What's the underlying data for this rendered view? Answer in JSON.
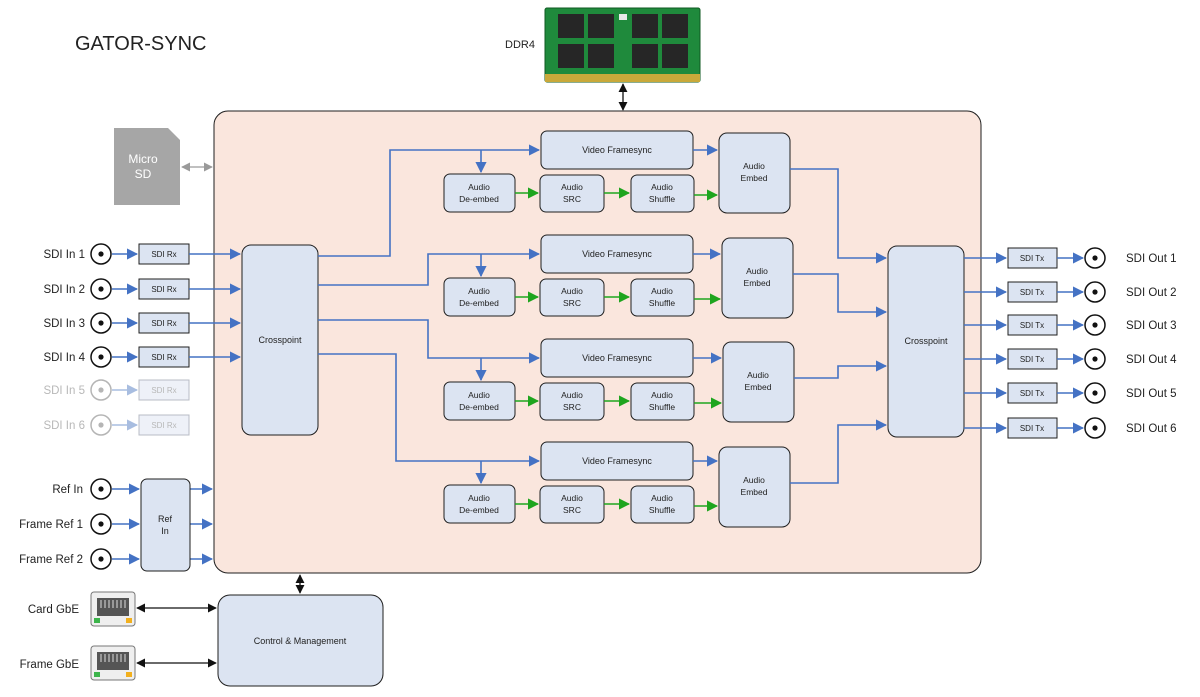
{
  "title": "GATOR-SYNC",
  "memory": {
    "label": "DDR4"
  },
  "microsd": {
    "label_line1": "Micro",
    "label_line2": "SD"
  },
  "inputs": [
    {
      "label": "SDI In 1",
      "rx": "SDI Rx"
    },
    {
      "label": "SDI In 2",
      "rx": "SDI Rx"
    },
    {
      "label": "SDI In 3",
      "rx": "SDI Rx"
    },
    {
      "label": "SDI In 4",
      "rx": "SDI Rx"
    },
    {
      "label": "SDI In 5",
      "rx": "SDI Rx"
    },
    {
      "label": "SDI In 6",
      "rx": "SDI Rx"
    }
  ],
  "outputs": [
    {
      "label": "SDI Out 1",
      "tx": "SDI Tx"
    },
    {
      "label": "SDI Out 2",
      "tx": "SDI Tx"
    },
    {
      "label": "SDI Out 3",
      "tx": "SDI Tx"
    },
    {
      "label": "SDI Out 4",
      "tx": "SDI Tx"
    },
    {
      "label": "SDI Out 5",
      "tx": "SDI Tx"
    },
    {
      "label": "SDI Out 6",
      "tx": "SDI Tx"
    }
  ],
  "crosspoint_in": "Crosspoint",
  "crosspoint_out": "Crosspoint",
  "ref": {
    "inputs": [
      "Ref In",
      "Frame Ref 1",
      "Frame Ref 2"
    ],
    "block_line1": "Ref",
    "block_line2": "In"
  },
  "channel": {
    "framesync": "Video Framesync",
    "deembed_line1": "Audio",
    "deembed_line2": "De-embed",
    "src_line1": "Audio",
    "src_line2": "SRC",
    "shuffle_line1": "Audio",
    "shuffle_line2": "Shuffle",
    "embed_line1": "Audio",
    "embed_line2": "Embed"
  },
  "network": {
    "card": "Card GbE",
    "frame": "Frame GbE",
    "control": "Control & Management"
  },
  "colors": {
    "main_board": "#fae6dd",
    "block_fill": "#dce4f2",
    "signal_arrow": "#4472c4",
    "audio_arrow": "#1ea51e",
    "memory_pcb": "#1f8a3c",
    "microsd_card": "#a6a6a6"
  }
}
